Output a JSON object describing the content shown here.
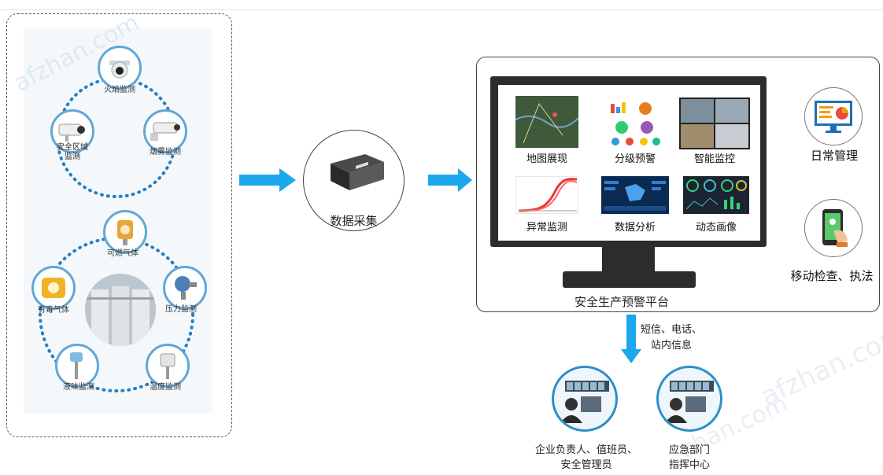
{
  "sensors_top": [
    {
      "label": "火焰监测",
      "icon": "dome-camera-icon"
    },
    {
      "label": "安全区域\n监测",
      "icon": "bullet-camera-icon"
    },
    {
      "label": "烟雾监测",
      "icon": "smoke-camera-icon"
    }
  ],
  "sensors_bottom": [
    {
      "label": "可燃气体",
      "icon": "gas-detector-icon"
    },
    {
      "label": "有毒气体",
      "icon": "toxic-gas-detector-icon"
    },
    {
      "label": "压力监测",
      "icon": "pressure-gauge-icon"
    },
    {
      "label": "液味监测",
      "icon": "level-sensor-icon"
    },
    {
      "label": "温度监测",
      "icon": "temperature-sensor-icon"
    }
  ],
  "collector": {
    "label": "数据采集",
    "icon": "data-collector-box-icon"
  },
  "platform": {
    "title": "安全生产预警平台",
    "tiles": [
      {
        "label": "地图展现",
        "icon": "map-thumbnail-icon"
      },
      {
        "label": "分级预警",
        "icon": "warning-charts-thumbnail-icon"
      },
      {
        "label": "智能监控",
        "icon": "video-monitor-thumbnail-icon"
      },
      {
        "label": "异常监测",
        "icon": "anomaly-curve-thumbnail-icon"
      },
      {
        "label": "数据分析",
        "icon": "data-analysis-thumbnail-icon"
      },
      {
        "label": "动态画像",
        "icon": "dashboard-thumbnail-icon"
      }
    ],
    "side": [
      {
        "label": "日常管理",
        "icon": "desktop-monitor-icon"
      },
      {
        "label": "移动检查、执法",
        "icon": "mobile-phone-icon"
      }
    ]
  },
  "notify": {
    "label": "短信、电话、\n站内信息"
  },
  "recipients": [
    {
      "label": "企业负责人、值班员、\n安全管理员",
      "icon": "control-room-icon"
    },
    {
      "label": "应急部门\n指挥中心",
      "icon": "command-center-icon"
    }
  ],
  "watermarks": [
    "afzhan.com",
    "afzhan.com",
    "zhan.com"
  ],
  "colors": {
    "arrow": "#1aa7ec",
    "ring": "#62a6d6",
    "dots": "#2a7fc0",
    "monitor": "#2c2c2c"
  }
}
